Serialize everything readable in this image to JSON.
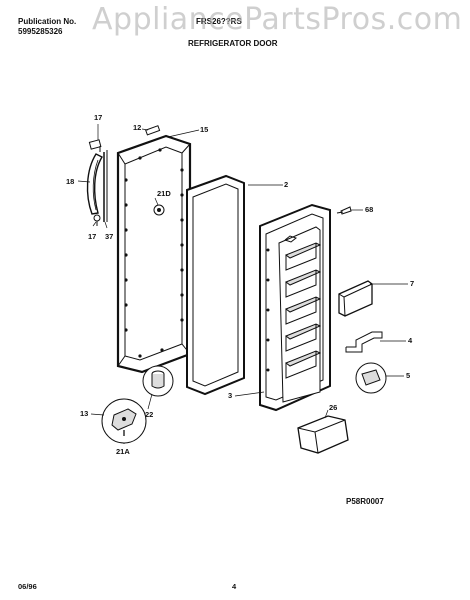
{
  "header": {
    "publication_label": "Publication No.",
    "publication_number": "5995285326",
    "model": "FRS26??RS",
    "title": "REFRIGERATOR DOOR"
  },
  "watermark": "AppliancePartsPros.com",
  "callouts": {
    "c17a": "17",
    "c12": "12",
    "c15": "15",
    "c18": "18",
    "c21d": "21D",
    "c2": "2",
    "c68": "68",
    "c17b": "17",
    "c37": "37",
    "c7": "7",
    "c4": "4",
    "c5": "5",
    "c3": "3",
    "c26": "26",
    "c13": "13",
    "c22": "22",
    "c21a": "21A"
  },
  "diagram_code": "P58R0007",
  "footer": {
    "date": "06/96",
    "page": "4"
  }
}
